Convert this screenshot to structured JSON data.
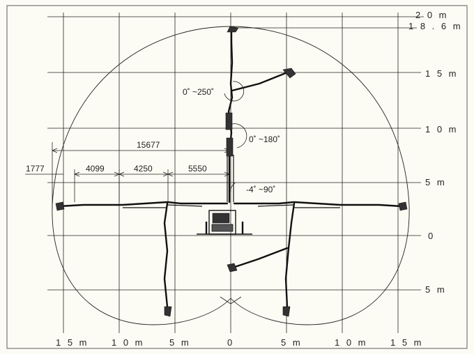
{
  "diagram": {
    "y_labels": {
      "y20": "2 0 m",
      "y186": "1 8 . 6 m",
      "y15": "1 5 m",
      "y10": "1 0 m",
      "y5": "5 m",
      "y0": "0",
      "yneg5": "5 m"
    },
    "x_labels": {
      "xn15": "1 5 m",
      "xn10": "1 0 m",
      "xn5": "5 m",
      "x0": "0",
      "x5": "5 m",
      "x10": "1 0 m",
      "x15": "1 5 m"
    },
    "dimensions": {
      "d15677": "15677",
      "d1777": "1777",
      "d4099": "4099",
      "d4250": "4250",
      "d5550": "5550"
    },
    "angles": {
      "a250": "0˚ ~250˚",
      "a180": "0˚ ~180˚",
      "a90": "-4˚ ~90˚"
    }
  },
  "colors": {
    "paper": "#fdfcf4",
    "ink": "#222222",
    "border": "#888888"
  }
}
